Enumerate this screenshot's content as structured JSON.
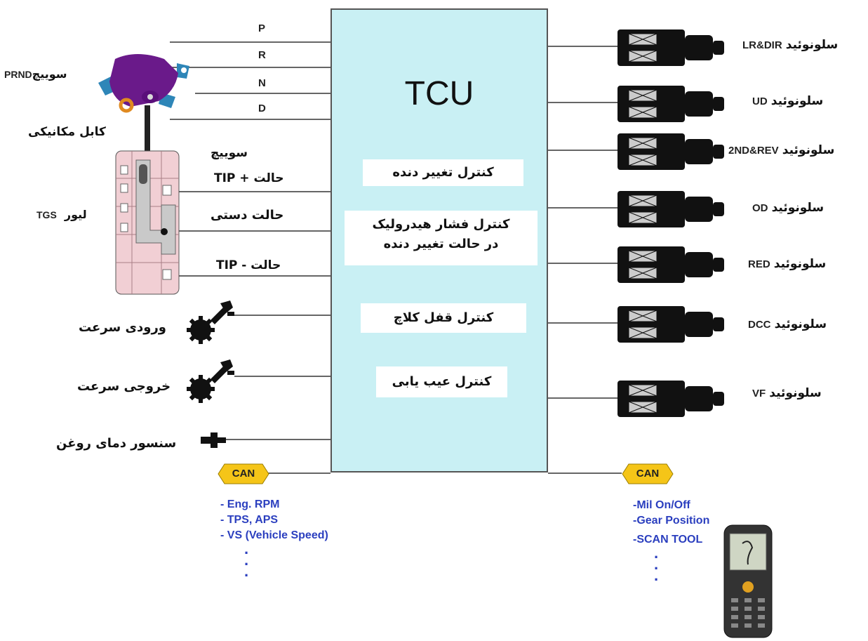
{
  "tcu": {
    "title": "TCU",
    "functions": [
      "کنترل تغییر دنده",
      "کنترل فشار هیدرولیک\nدر حالت تغییر دنده",
      "کنترل قفل کلاچ",
      "کنترل عیب یابی"
    ]
  },
  "inputs": {
    "prnd_signals": [
      "P",
      "R",
      "N",
      "D"
    ],
    "prnd_switch_prefix": "PRND",
    "prnd_switch_word": "سوییچ",
    "cable_label": "کابل مکانیکی",
    "switch_label": "سوییچ",
    "tip_plus_label": "حالت + TIP",
    "manual_label": "حالت دستی",
    "tip_minus_label": "حالت - TIP",
    "lever_word": "لیور",
    "lever_code": "TGS",
    "speed_in_label": "ورودی سرعت",
    "speed_out_label": "خروجی سرعت",
    "oil_temp_label": "سنسور دمای روغن",
    "can_label": "CAN",
    "can_items": [
      "- Eng. RPM",
      "- TPS, APS",
      "- VS (Vehicle Speed)"
    ]
  },
  "outputs": {
    "solenoid_word": "سلونوئید",
    "solenoids": [
      "LR&DIR",
      "UD",
      "2ND&REV",
      "OD",
      "RED",
      "DCC",
      "VF"
    ],
    "can_label": "CAN",
    "can_items": [
      "-Mil On/Off",
      "-Gear Position",
      "-SCAN TOOL"
    ]
  },
  "colors": {
    "tcu_fill": "#c9f0f4",
    "can_tag": "#f5c518",
    "can_text_blue": "#2b3fbf",
    "switch_purple": "#6a1a8a",
    "switch_teal": "#2e86b8",
    "lever_pink": "#f1cfd4",
    "solenoid_black": "#111111"
  }
}
